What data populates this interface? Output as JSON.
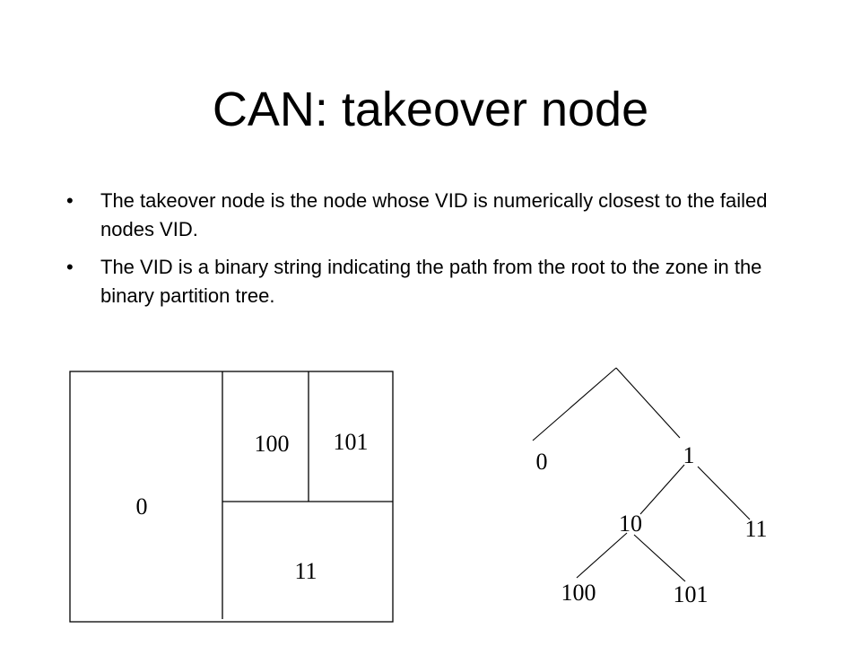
{
  "slide": {
    "title": "CAN: takeover node",
    "bullet_glyph": "•",
    "bullets": [
      "The takeover node is the node whose VID is numerically closest to the failed nodes VID.",
      "The VID is a binary string indicating the path from the root to the zone in the binary partition tree."
    ]
  },
  "zones": {
    "labels": [
      "0",
      "100",
      "101",
      "11"
    ]
  },
  "tree": {
    "labels": [
      "0",
      "1",
      "10",
      "11",
      "100",
      "101"
    ]
  }
}
